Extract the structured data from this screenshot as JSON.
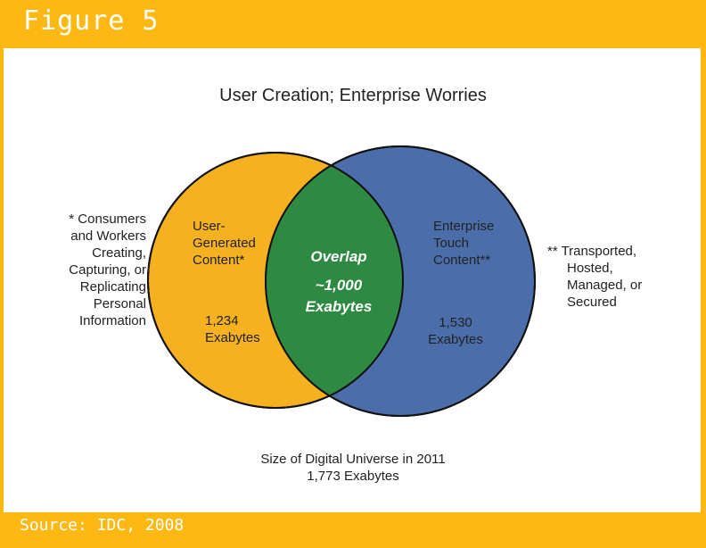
{
  "figure_label": "Figure 5",
  "source": "Source: IDC, 2008",
  "title": "User Creation; Enterprise Worries",
  "left_note": [
    "* Consumers",
    "and Workers",
    "Creating,",
    "Capturing, or",
    "Replicating",
    "Personal",
    "Information"
  ],
  "right_note": [
    "** Transported,",
    "Hosted,",
    "Managed, or",
    "Secured"
  ],
  "left_circle": {
    "label": [
      "User-",
      "Generated",
      "Content*"
    ],
    "value": [
      "1,234",
      "Exabytes"
    ],
    "color": "#F5B120"
  },
  "right_circle": {
    "label": [
      "Enterprise",
      "Touch",
      "Content**"
    ],
    "value": [
      "1,530",
      "Exabytes"
    ],
    "color": "#4B6EAA"
  },
  "overlap": {
    "label": "Overlap",
    "value": [
      "~1,000",
      "Exabytes"
    ],
    "color": "#2E8A42"
  },
  "footer_caption": [
    "Size of Digital Universe in 2011",
    "1,773 Exabytes"
  ]
}
